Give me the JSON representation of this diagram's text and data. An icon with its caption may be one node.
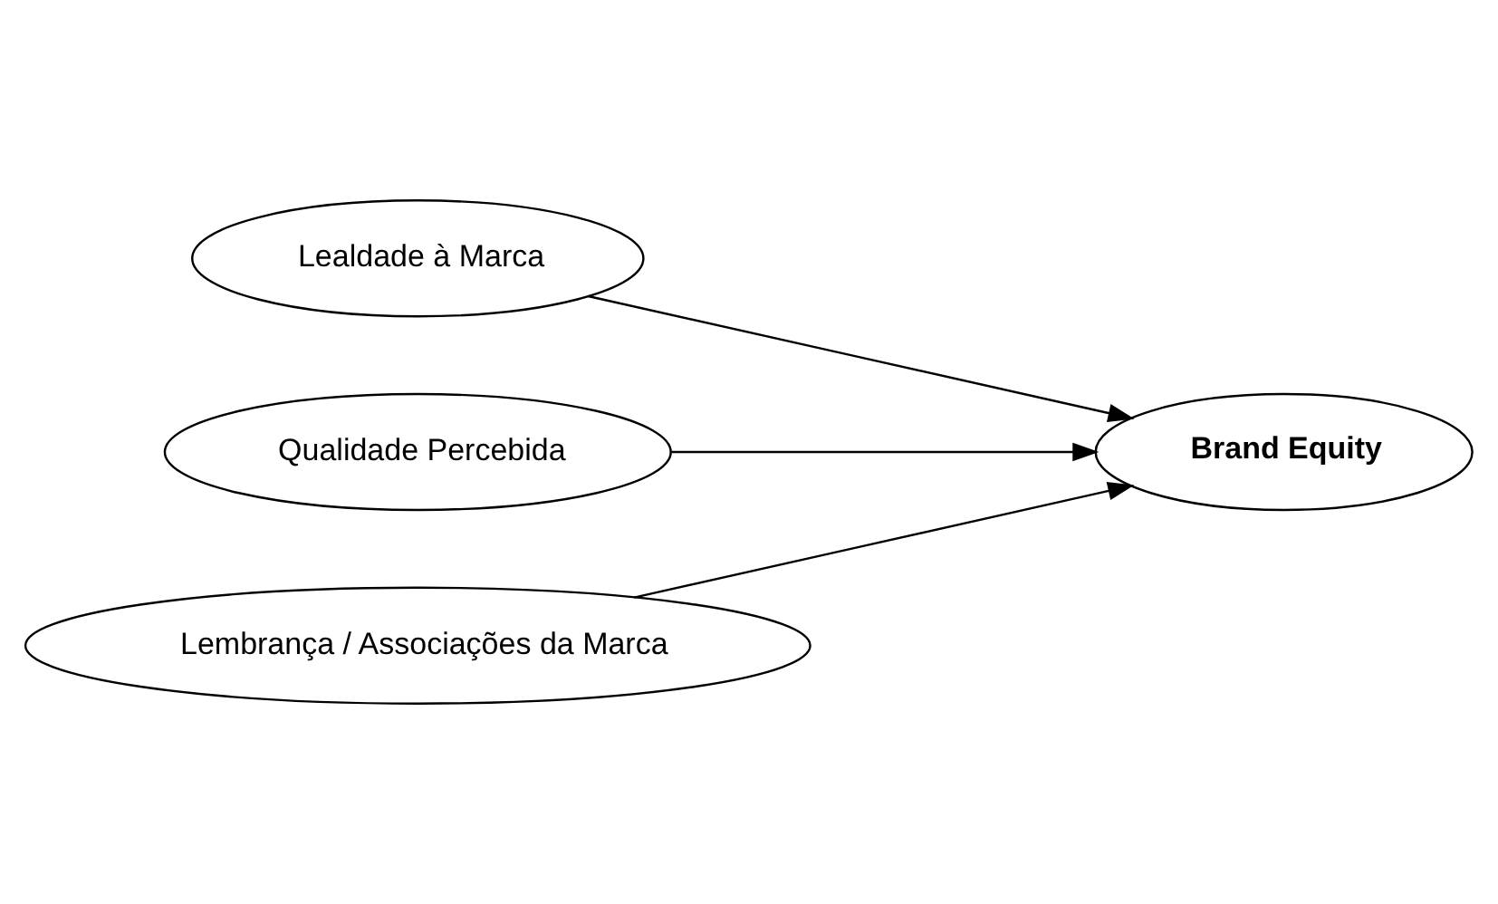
{
  "diagram": {
    "nodes": [
      {
        "text": [
          "Lealdade à Marca"
        ]
      },
      {
        "text": [
          "Qualidade Percebida"
        ]
      },
      {
        "text": [
          "Lembrança / Associações da Marca"
        ]
      },
      {
        "text": [
          "Brand Equity"
        ]
      }
    ],
    "edges": [
      {
        "from": 0,
        "to": 3,
        "arrow": "to"
      },
      {
        "from": 1,
        "to": 3,
        "arrow": "to"
      },
      {
        "from": 2,
        "to": 3,
        "arrow": "to"
      }
    ]
  }
}
